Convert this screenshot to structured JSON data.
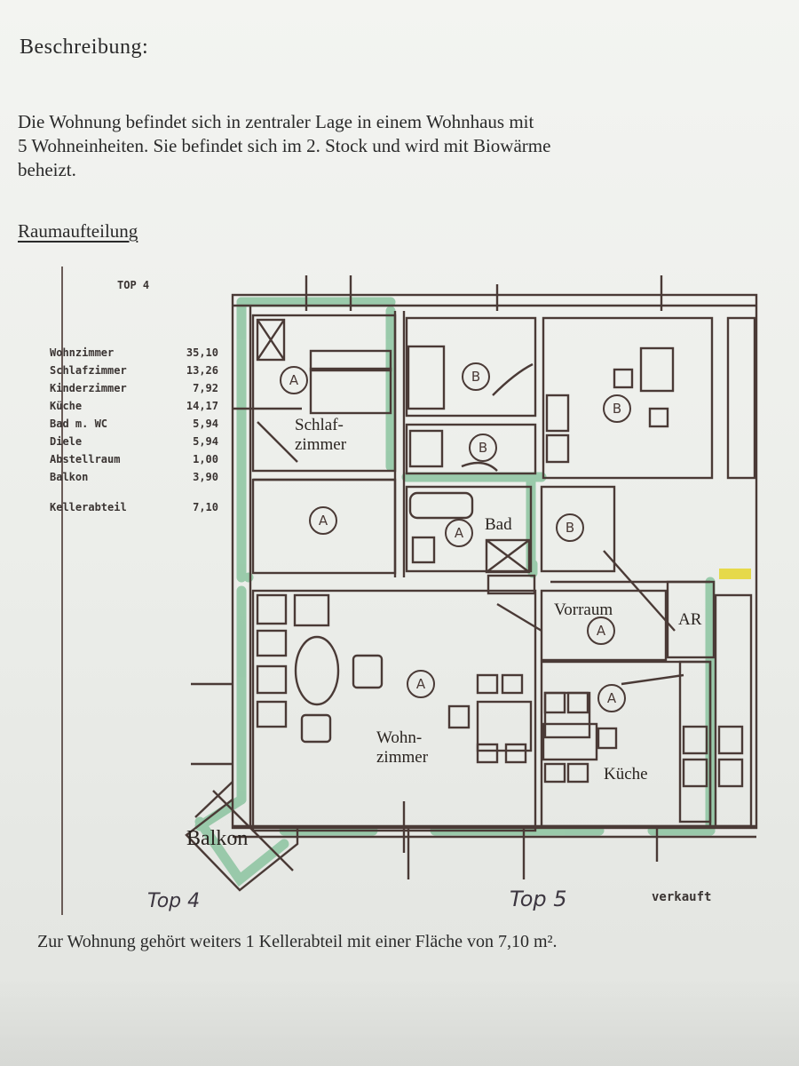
{
  "heading": "Beschreibung:",
  "description": "Die Wohnung befindet sich in zentraler Lage in einem Wohnhaus mit\n5 Wohneinheiten. Sie befindet sich im 2. Stock und wird mit Biowärme\nbeheizt.",
  "subheading": "Raumaufteilung",
  "plan": {
    "top_label": "TOP 4",
    "areas": [
      {
        "name": "Wohnzimmer",
        "value": "35,10"
      },
      {
        "name": "Schlafzimmer",
        "value": "13,26"
      },
      {
        "name": "Kinderzimmer",
        "value": "7,92"
      },
      {
        "name": "Küche",
        "value": "14,17"
      },
      {
        "name": "Bad m. WC",
        "value": "5,94"
      },
      {
        "name": "Diele",
        "value": "5,94"
      },
      {
        "name": "Abstellraum",
        "value": "1,00"
      },
      {
        "name": "Balkon",
        "value": "3,90"
      },
      {
        "name": "Kellerabteil",
        "value": "7,10"
      }
    ],
    "room_labels": {
      "schlafzimmer": "Schlaf-\nzimmer",
      "bad": "Bad",
      "vorraum": "Vorraum",
      "ar": "AR",
      "wohnzimmer": "Wohn-\nzimmer",
      "kueche": "Küche",
      "balkon": "Balkon"
    },
    "circle_letters": {
      "a": "A",
      "b": "B"
    },
    "handwritten": {
      "top4": "Top 4",
      "top5": "Top 5",
      "verkauft": "verkauft"
    },
    "colors": {
      "wall_highlight": "#8cc4a0",
      "ink": "#4a3a36",
      "yellow": "#e6d94a"
    }
  },
  "footer": "Zur Wohnung gehört weiters 1 Kellerabteil mit einer Fläche von 7,10 m²."
}
